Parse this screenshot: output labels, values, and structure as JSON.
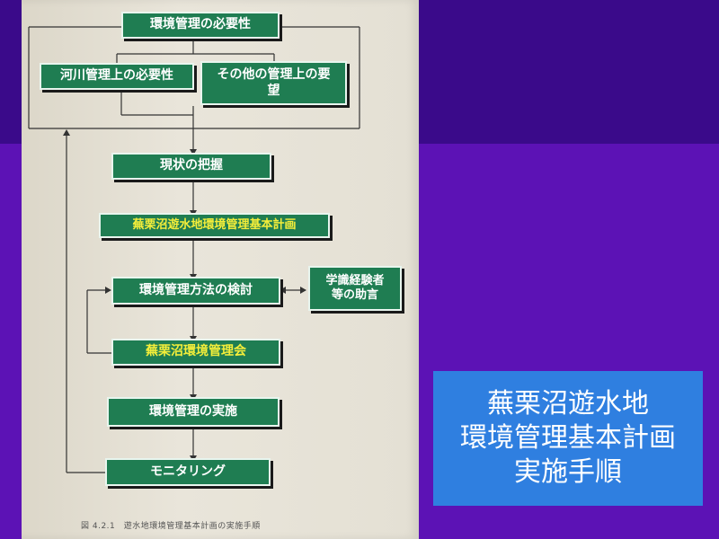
{
  "diagram": {
    "boxes": {
      "necessity": "環境管理の必要性",
      "river": "河川管理上の必要性",
      "other": "その他の管理上の要望",
      "current": "現状の把握",
      "plan": "蕪栗沼遊水地環境管理基本計画",
      "method": "環境管理方法の検討",
      "experts": "学識経験者等の助言",
      "council": "蕪栗沼環境管理会",
      "implementation": "環境管理の実施",
      "monitoring": "モニタリング"
    },
    "caption": "図 4.2.1　遊水地環境管理基本計画の実施手順"
  },
  "slide_title": {
    "line1": "蕪栗沼遊水地",
    "line2": "環境管理基本計画",
    "line3": "実施手順"
  },
  "colors": {
    "box_fill": "#1f7d52",
    "highlight_text": "#f4ee3a",
    "title_box": "#2f7fe0",
    "background_top": "#3a0a8a",
    "background_bottom": "#5c12b5"
  }
}
